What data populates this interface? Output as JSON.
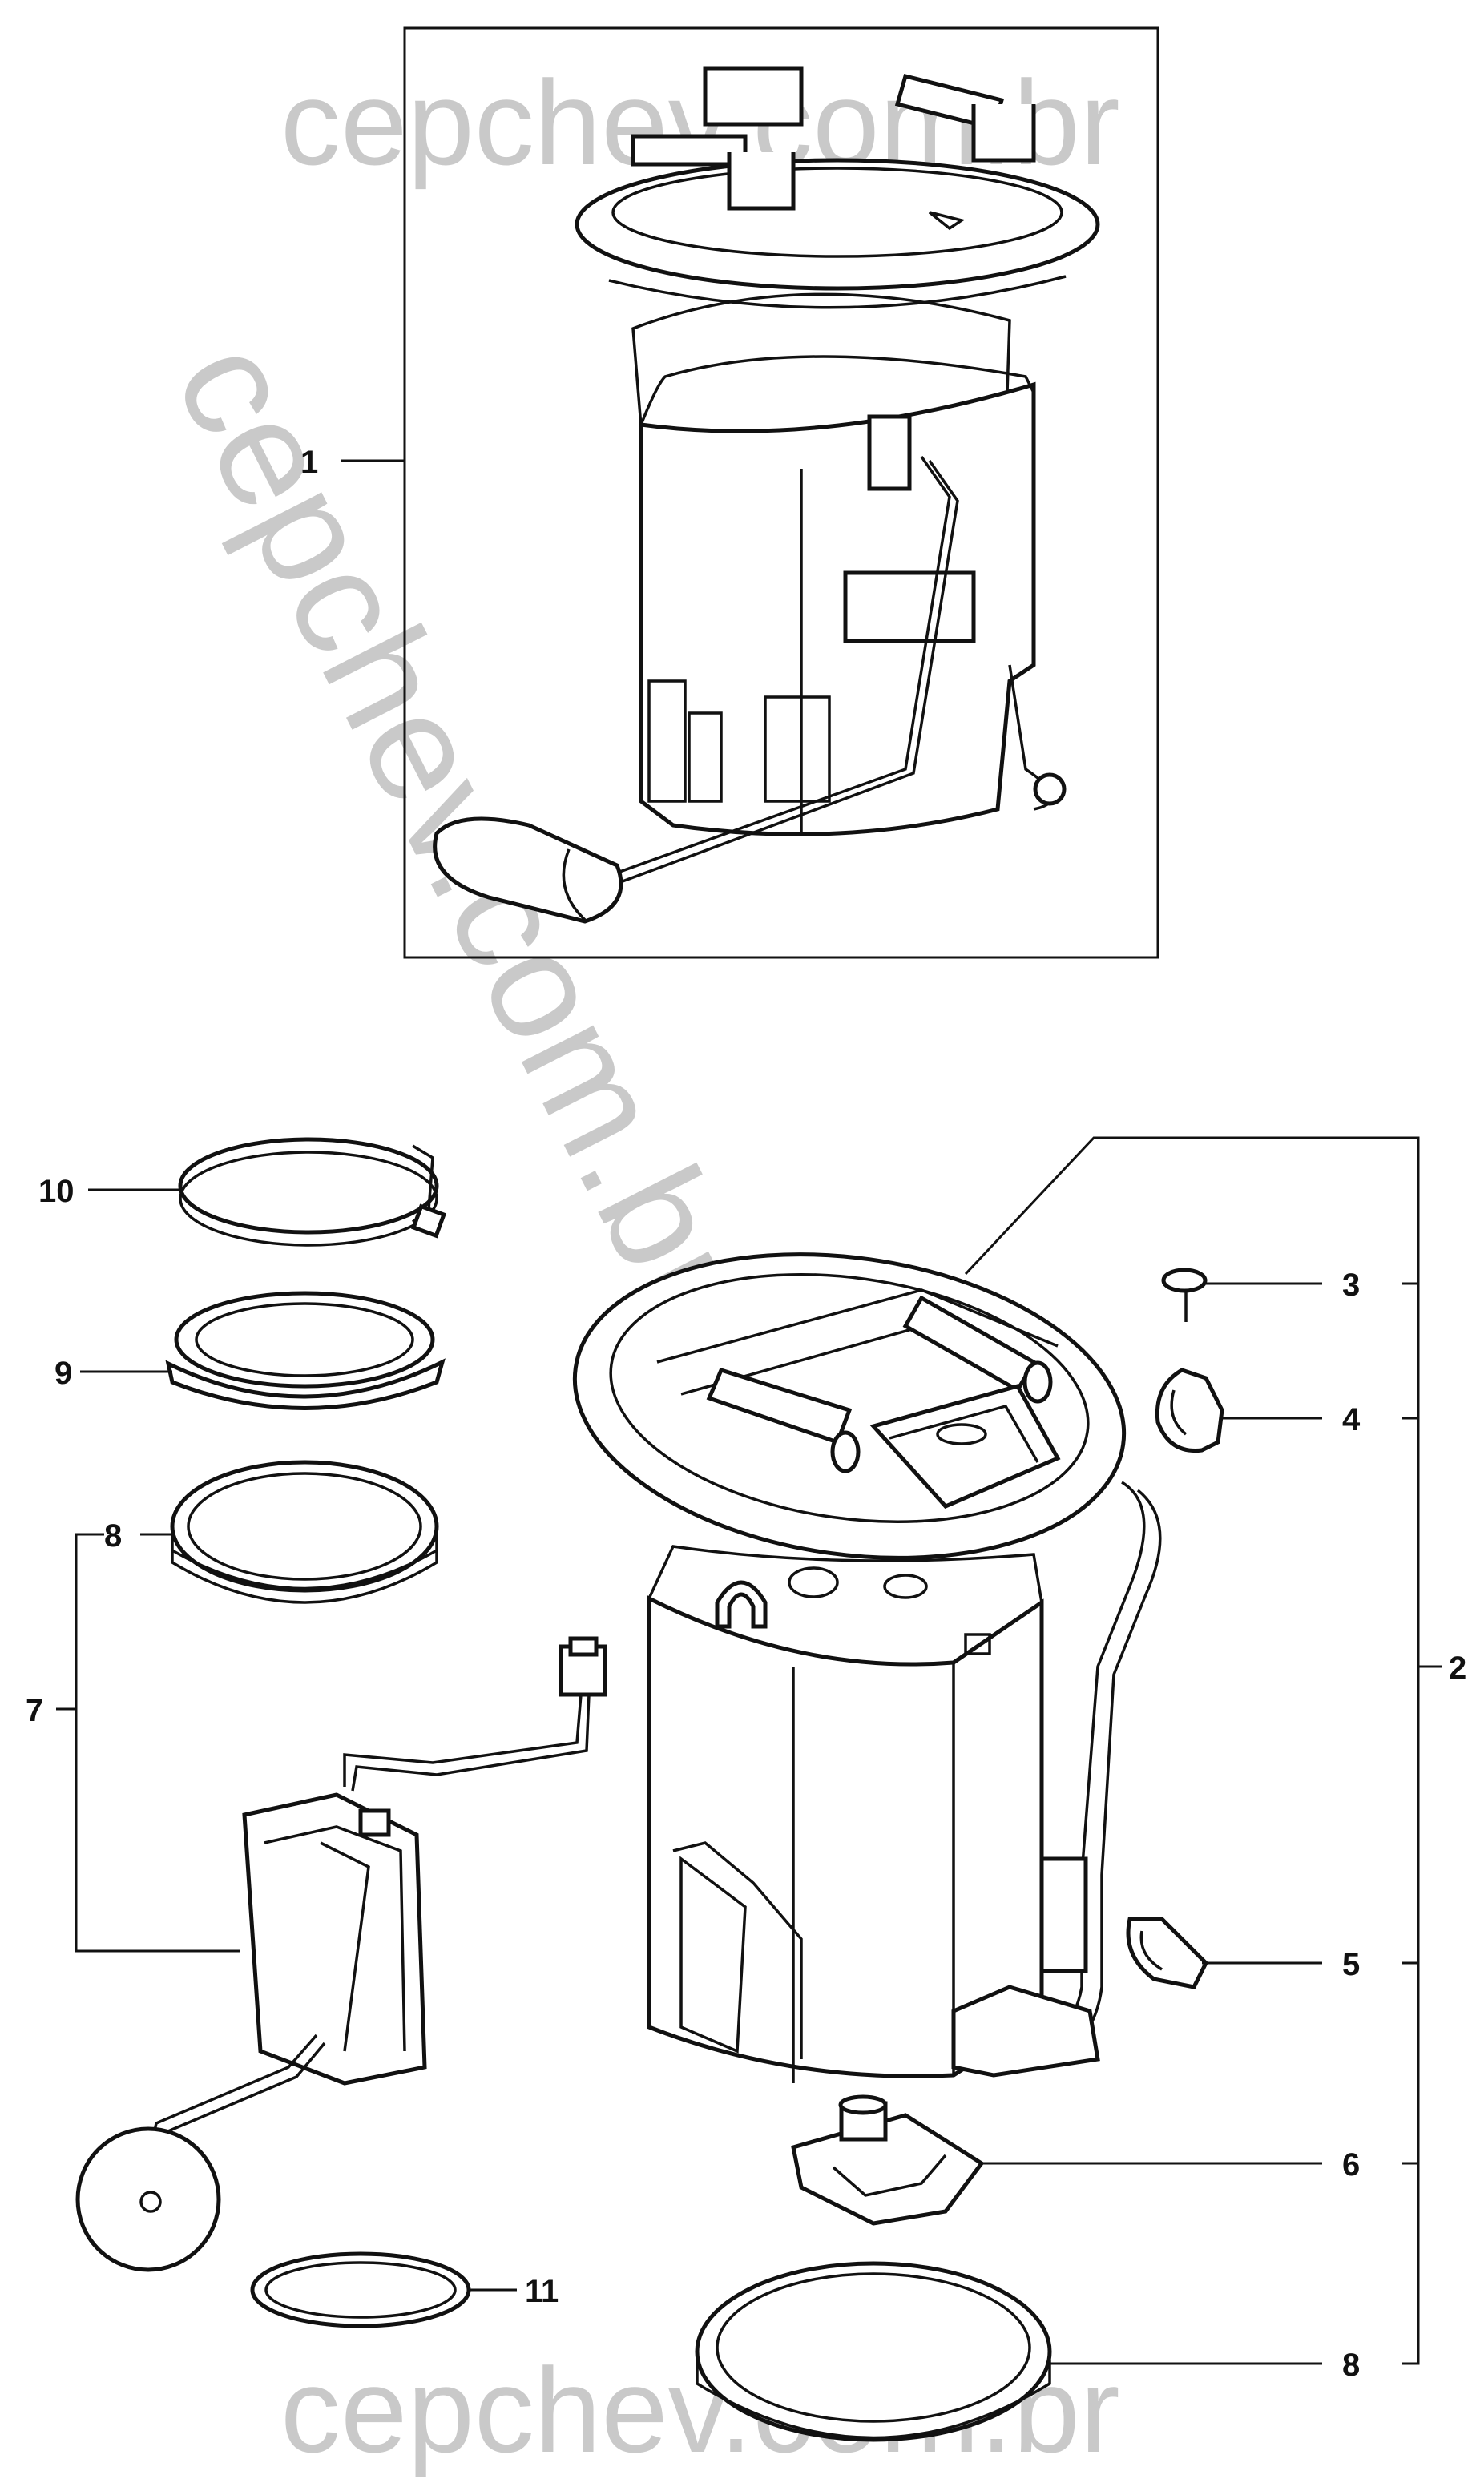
{
  "watermark": {
    "top": "cepchev.com.br",
    "diagonal": "cepchev.com.br",
    "bottom": "cepchev.com.br"
  },
  "callouts": {
    "c1": "1",
    "c2": "2",
    "c3": "3",
    "c4": "4",
    "c5": "5",
    "c6": "6",
    "c7": "7",
    "c8_upper": "8",
    "c8_lower": "8",
    "c9": "9",
    "c10": "10",
    "c11": "11"
  },
  "colors": {
    "line": "#111111",
    "watermark": "#c9c9c9",
    "background": "#ffffff"
  }
}
